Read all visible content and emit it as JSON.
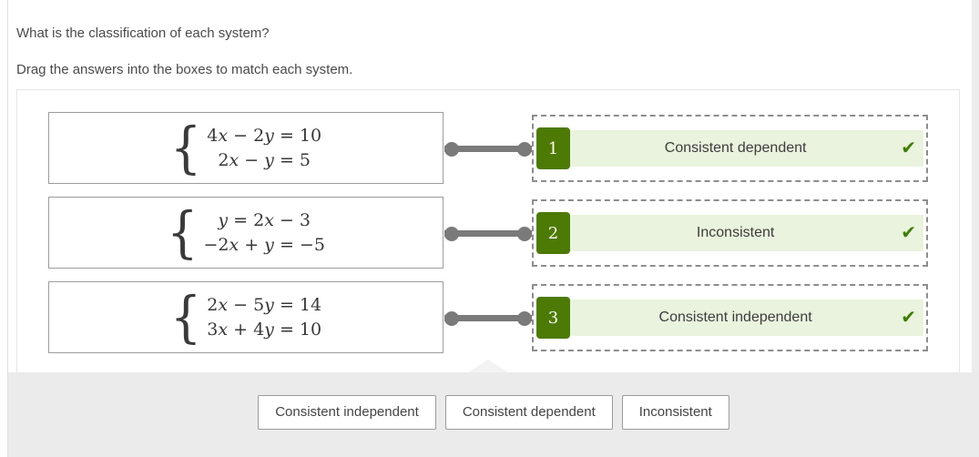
{
  "header": {
    "question": "What is the classification of each system?",
    "instruction": "Drag the answers into the boxes to match each system."
  },
  "systems": [
    {
      "lines": [
        "4x − 2y = 10",
        "2x − y = 5"
      ]
    },
    {
      "lines": [
        "y = 2x − 3",
        "−2x + y = −5"
      ]
    },
    {
      "lines": [
        "2x − 5y = 14",
        "3x + 4y = 10"
      ]
    }
  ],
  "answers": [
    {
      "number": "1",
      "label": "Consistent dependent",
      "status": "correct"
    },
    {
      "number": "2",
      "label": "Inconsistent",
      "status": "correct"
    },
    {
      "number": "3",
      "label": "Consistent independent",
      "status": "correct"
    }
  ],
  "tray": {
    "options": [
      "Consistent independent",
      "Consistent dependent",
      "Inconsistent"
    ]
  },
  "glyphs": {
    "brace": "{",
    "check": "✔"
  },
  "colors": {
    "badge_green": "#4c7a05",
    "strip_green": "#e9f3dd",
    "check_green": "#3e7d00",
    "connector_gray": "#7a7a7a"
  }
}
